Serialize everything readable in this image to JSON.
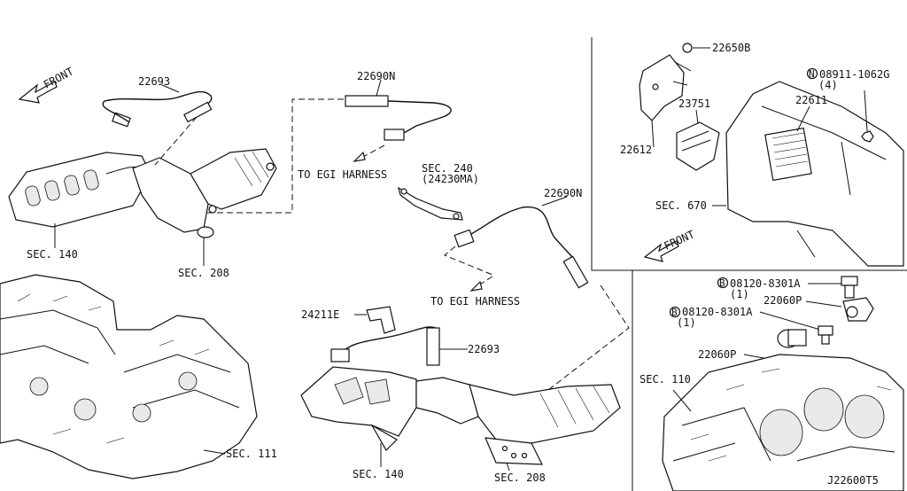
{
  "labels": {
    "front_top": "FRONT",
    "front_right": "FRONT",
    "p22693_top": "22693",
    "p22690N_top": "22690N",
    "to_egi_1": "TO EGI HARNESS",
    "to_egi_2": "TO EGI HARNESS",
    "sec240": "SEC. 240",
    "sec240_sub": "(24230MA)",
    "p22690N_mid": "22690N",
    "sec140_top": "SEC. 140",
    "sec208_top": "SEC. 208",
    "p24211E": "24211E",
    "p22693_bottom": "22693",
    "sec140_bottom": "SEC. 140",
    "sec208_bottom": "SEC. 208",
    "sec111": "SEC. 111",
    "p22650B": "22650B",
    "n08911": "08911-1062G",
    "n08911_qty": "(4)",
    "n08911_prefix": "N",
    "p23751": "23751",
    "p22611": "22611",
    "p22612": "22612",
    "sec670": "SEC. 670",
    "b08120_1": "08120-8301A",
    "b08120_1_qty": "(1)",
    "b08120_1_prefix": "B",
    "p22060P_1": "22060P",
    "b08120_2": "08120-8301A",
    "b08120_2_qty": "(1)",
    "b08120_2_prefix": "B",
    "p22060P_2": "22060P",
    "sec110": "SEC. 110",
    "diagram_code": "J22600T5"
  },
  "colors": {
    "line": "#111111",
    "shade": "#e9e9e9",
    "background": "#ffffff"
  }
}
